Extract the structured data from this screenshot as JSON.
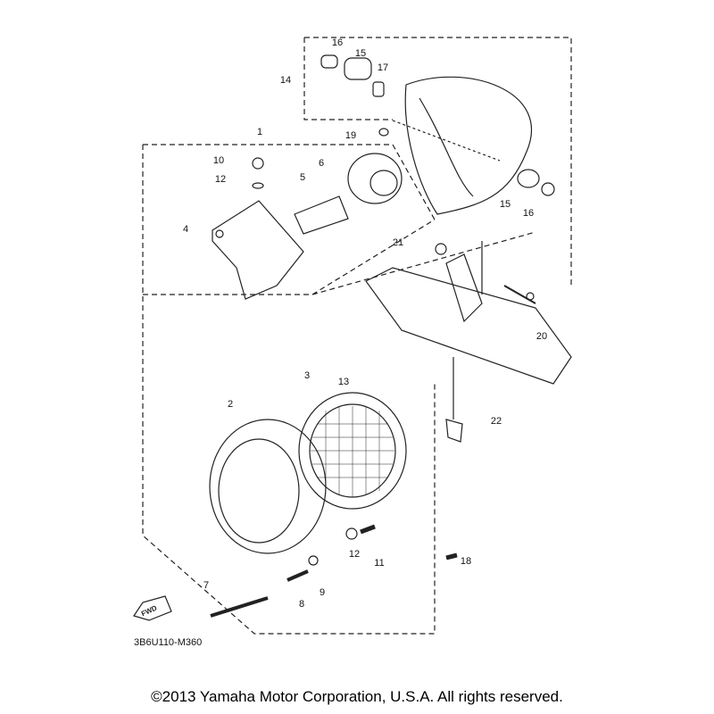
{
  "diagram": {
    "part_labels": [
      "16",
      "15",
      "17",
      "14",
      "1",
      "19",
      "10",
      "6",
      "12",
      "5",
      "4",
      "15",
      "16",
      "21",
      "20",
      "13",
      "3",
      "2",
      "22",
      "12",
      "11",
      "18",
      "7",
      "9",
      "8"
    ],
    "fwd_label": "FWD",
    "diagram_code": "3B6U110-M360"
  },
  "footer": {
    "copyright": "©2013 Yamaha Motor Corporation, U.S.A. All rights reserved."
  }
}
